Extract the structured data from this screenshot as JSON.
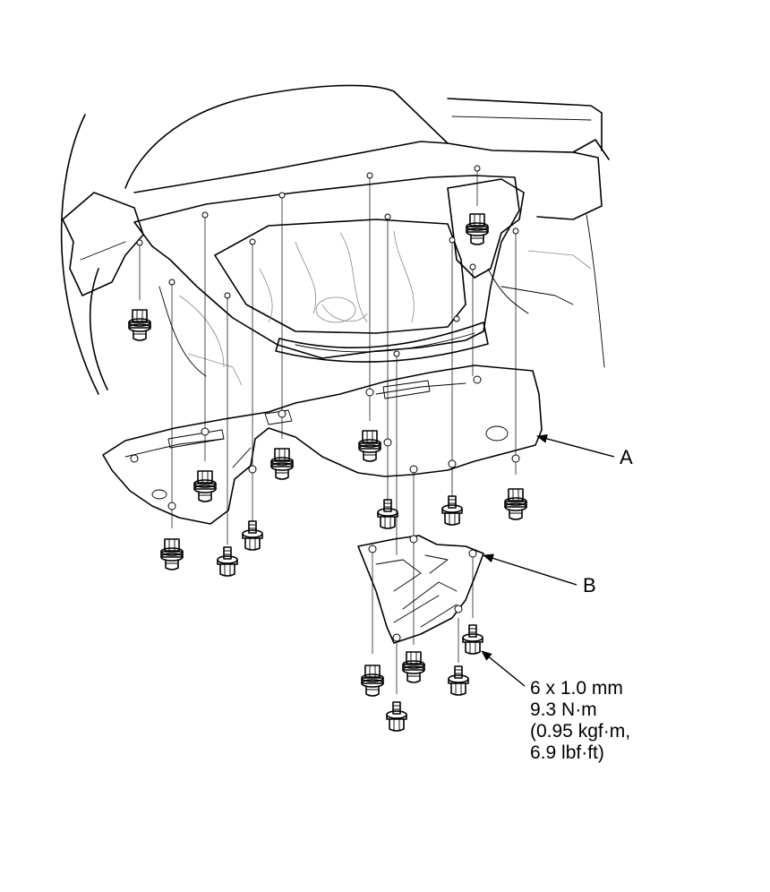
{
  "callouts": {
    "a": "A",
    "b": "B"
  },
  "fastener_spec": {
    "size": "6 x 1.0 mm",
    "torque": "9.3 N·m",
    "torque_kgf": "(0.95 kgf·m,",
    "torque_lbf": "6.9 lbf·ft)"
  },
  "parts": {
    "a": "undercover-a",
    "b": "undercover-b"
  },
  "icons": [
    "flange-bolt-icon",
    "hex-bolt-icon",
    "arrow-icon"
  ]
}
